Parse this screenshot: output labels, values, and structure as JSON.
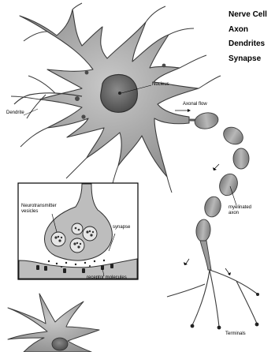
{
  "titles": [
    "Nerve Cell",
    "Axon",
    "Dendrites",
    "Synapse"
  ],
  "labels": {
    "nucleus": "Nucleus",
    "axonal_flow": "Axonal flow",
    "dendrite": "Dendrite",
    "neurotransmitter_vesicles": "Neurotransmitter\nvesicles",
    "synapse": "synapse",
    "receptor_molecules": "receptor molecules",
    "myelinated_axon": "myelinated\naxon",
    "terminals": "Terminals"
  },
  "colors": {
    "cell_fill": "#a9a9a9",
    "cell_stroke": "#3a3a3a",
    "nucleus_fill": "#6e6e6e",
    "myelin_fill": "#9a9a9a",
    "inset_border": "#000000",
    "inset_fill": "#ffffff"
  }
}
